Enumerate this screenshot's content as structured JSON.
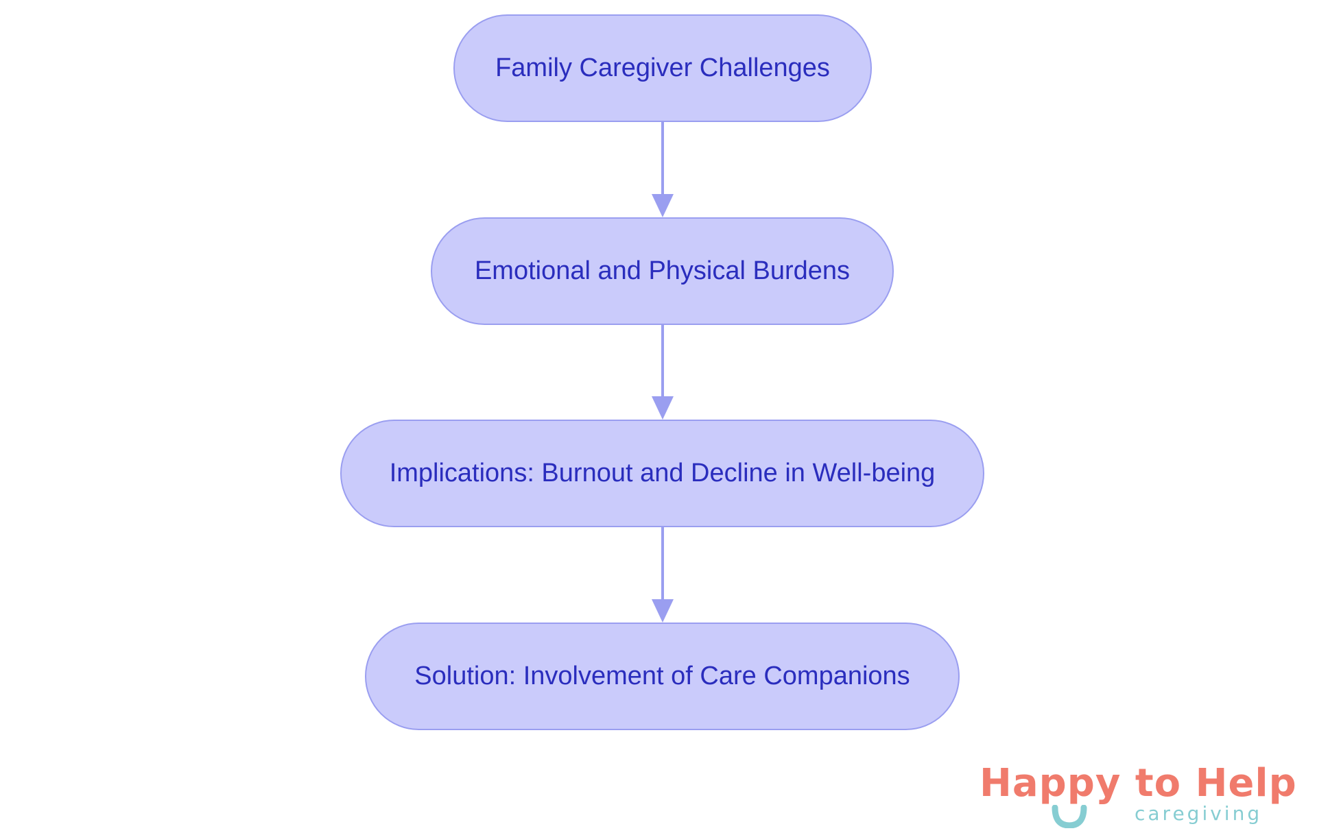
{
  "diagram": {
    "nodes": [
      {
        "id": "node-1",
        "label": "Family Caregiver Challenges"
      },
      {
        "id": "node-2",
        "label": "Emotional and Physical Burdens"
      },
      {
        "id": "node-3",
        "label": "Implications: Burnout and Decline in Well-being"
      },
      {
        "id": "node-4",
        "label": "Solution: Involvement of Care Companions"
      }
    ],
    "edges": [
      {
        "from": "node-1",
        "to": "node-2"
      },
      {
        "from": "node-2",
        "to": "node-3"
      },
      {
        "from": "node-3",
        "to": "node-4"
      }
    ],
    "colors": {
      "node_fill": "#cacbfb",
      "node_border": "#9a9ef0",
      "node_text": "#2a2dbd",
      "edge": "#9a9ef0"
    }
  },
  "logo": {
    "main_text": "Happy to Help",
    "sub_text": "caregiving",
    "colors": {
      "main": "#f07b6c",
      "accent": "#86cdd2"
    }
  }
}
